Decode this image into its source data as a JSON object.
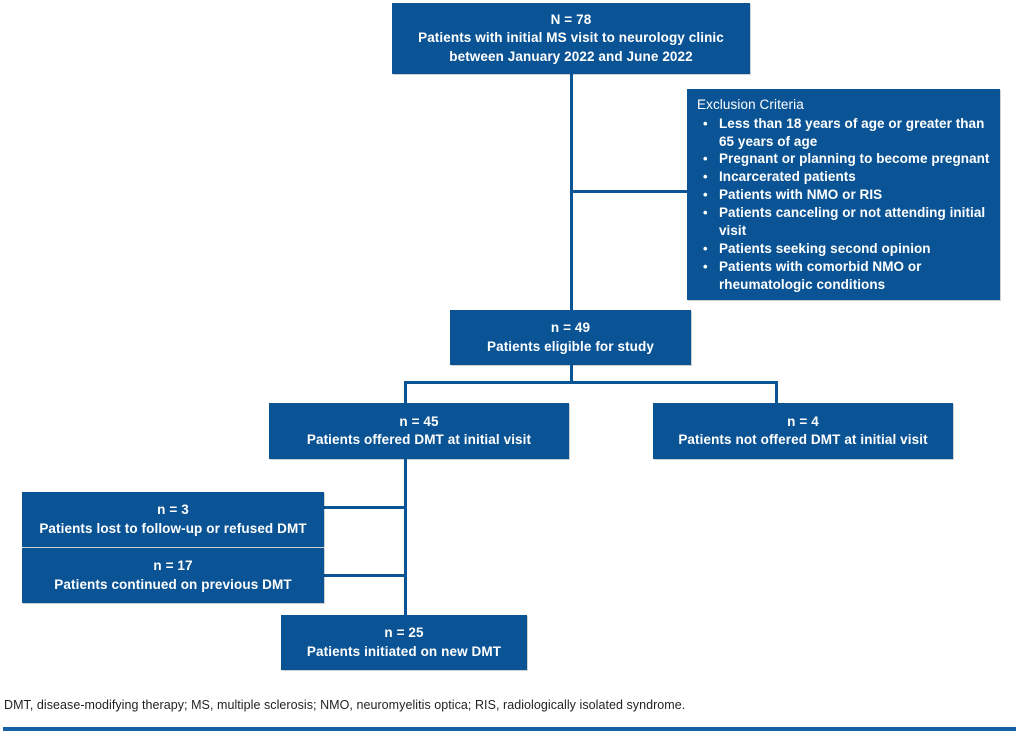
{
  "figure": {
    "type": "flow-diagram",
    "accent_color": "#0a5394",
    "rule_color": "#1660a8",
    "text_color": "#ffffff",
    "footnote_color": "#231f20"
  },
  "nodes": {
    "enrolled": {
      "count": "N = 78",
      "desc_line1": "Patients with initial MS visit to neurology clinic",
      "desc_line2": "between January 2022 and June 2022"
    },
    "eligible": {
      "count": "n = 49",
      "desc": "Patients eligible for study"
    },
    "offered_dmt": {
      "count": "n = 45",
      "desc": "Patients offered DMT at initial visit"
    },
    "not_offered_dmt": {
      "count": "n = 4",
      "desc": "Patients not offered DMT at initial visit"
    },
    "lost_refused": {
      "count": "n = 3",
      "desc": "Patients lost to follow-up or refused DMT"
    },
    "continued_previous": {
      "count": "n = 17",
      "desc": "Patients continued on previous DMT"
    },
    "initiated_new": {
      "count": "n = 25",
      "desc": "Patients initiated on new DMT"
    }
  },
  "exclusion": {
    "title": "Exclusion Criteria",
    "bullet_glyph": "•",
    "items": [
      "Less than 18 years of age or greater than 65 years of age",
      "Pregnant or planning to become pregnant",
      "Incarcerated patients",
      "Patients with NMO or RIS",
      "Patients canceling or not attending initial visit",
      "Patients seeking second opinion",
      "Patients with comorbid NMO or rheumatologic conditions"
    ]
  },
  "footnote": {
    "text": "DMT, disease-modifying therapy; MS, multiple sclerosis; NMO, neuromyelitis optica; RIS, radiologically isolated syndrome."
  }
}
